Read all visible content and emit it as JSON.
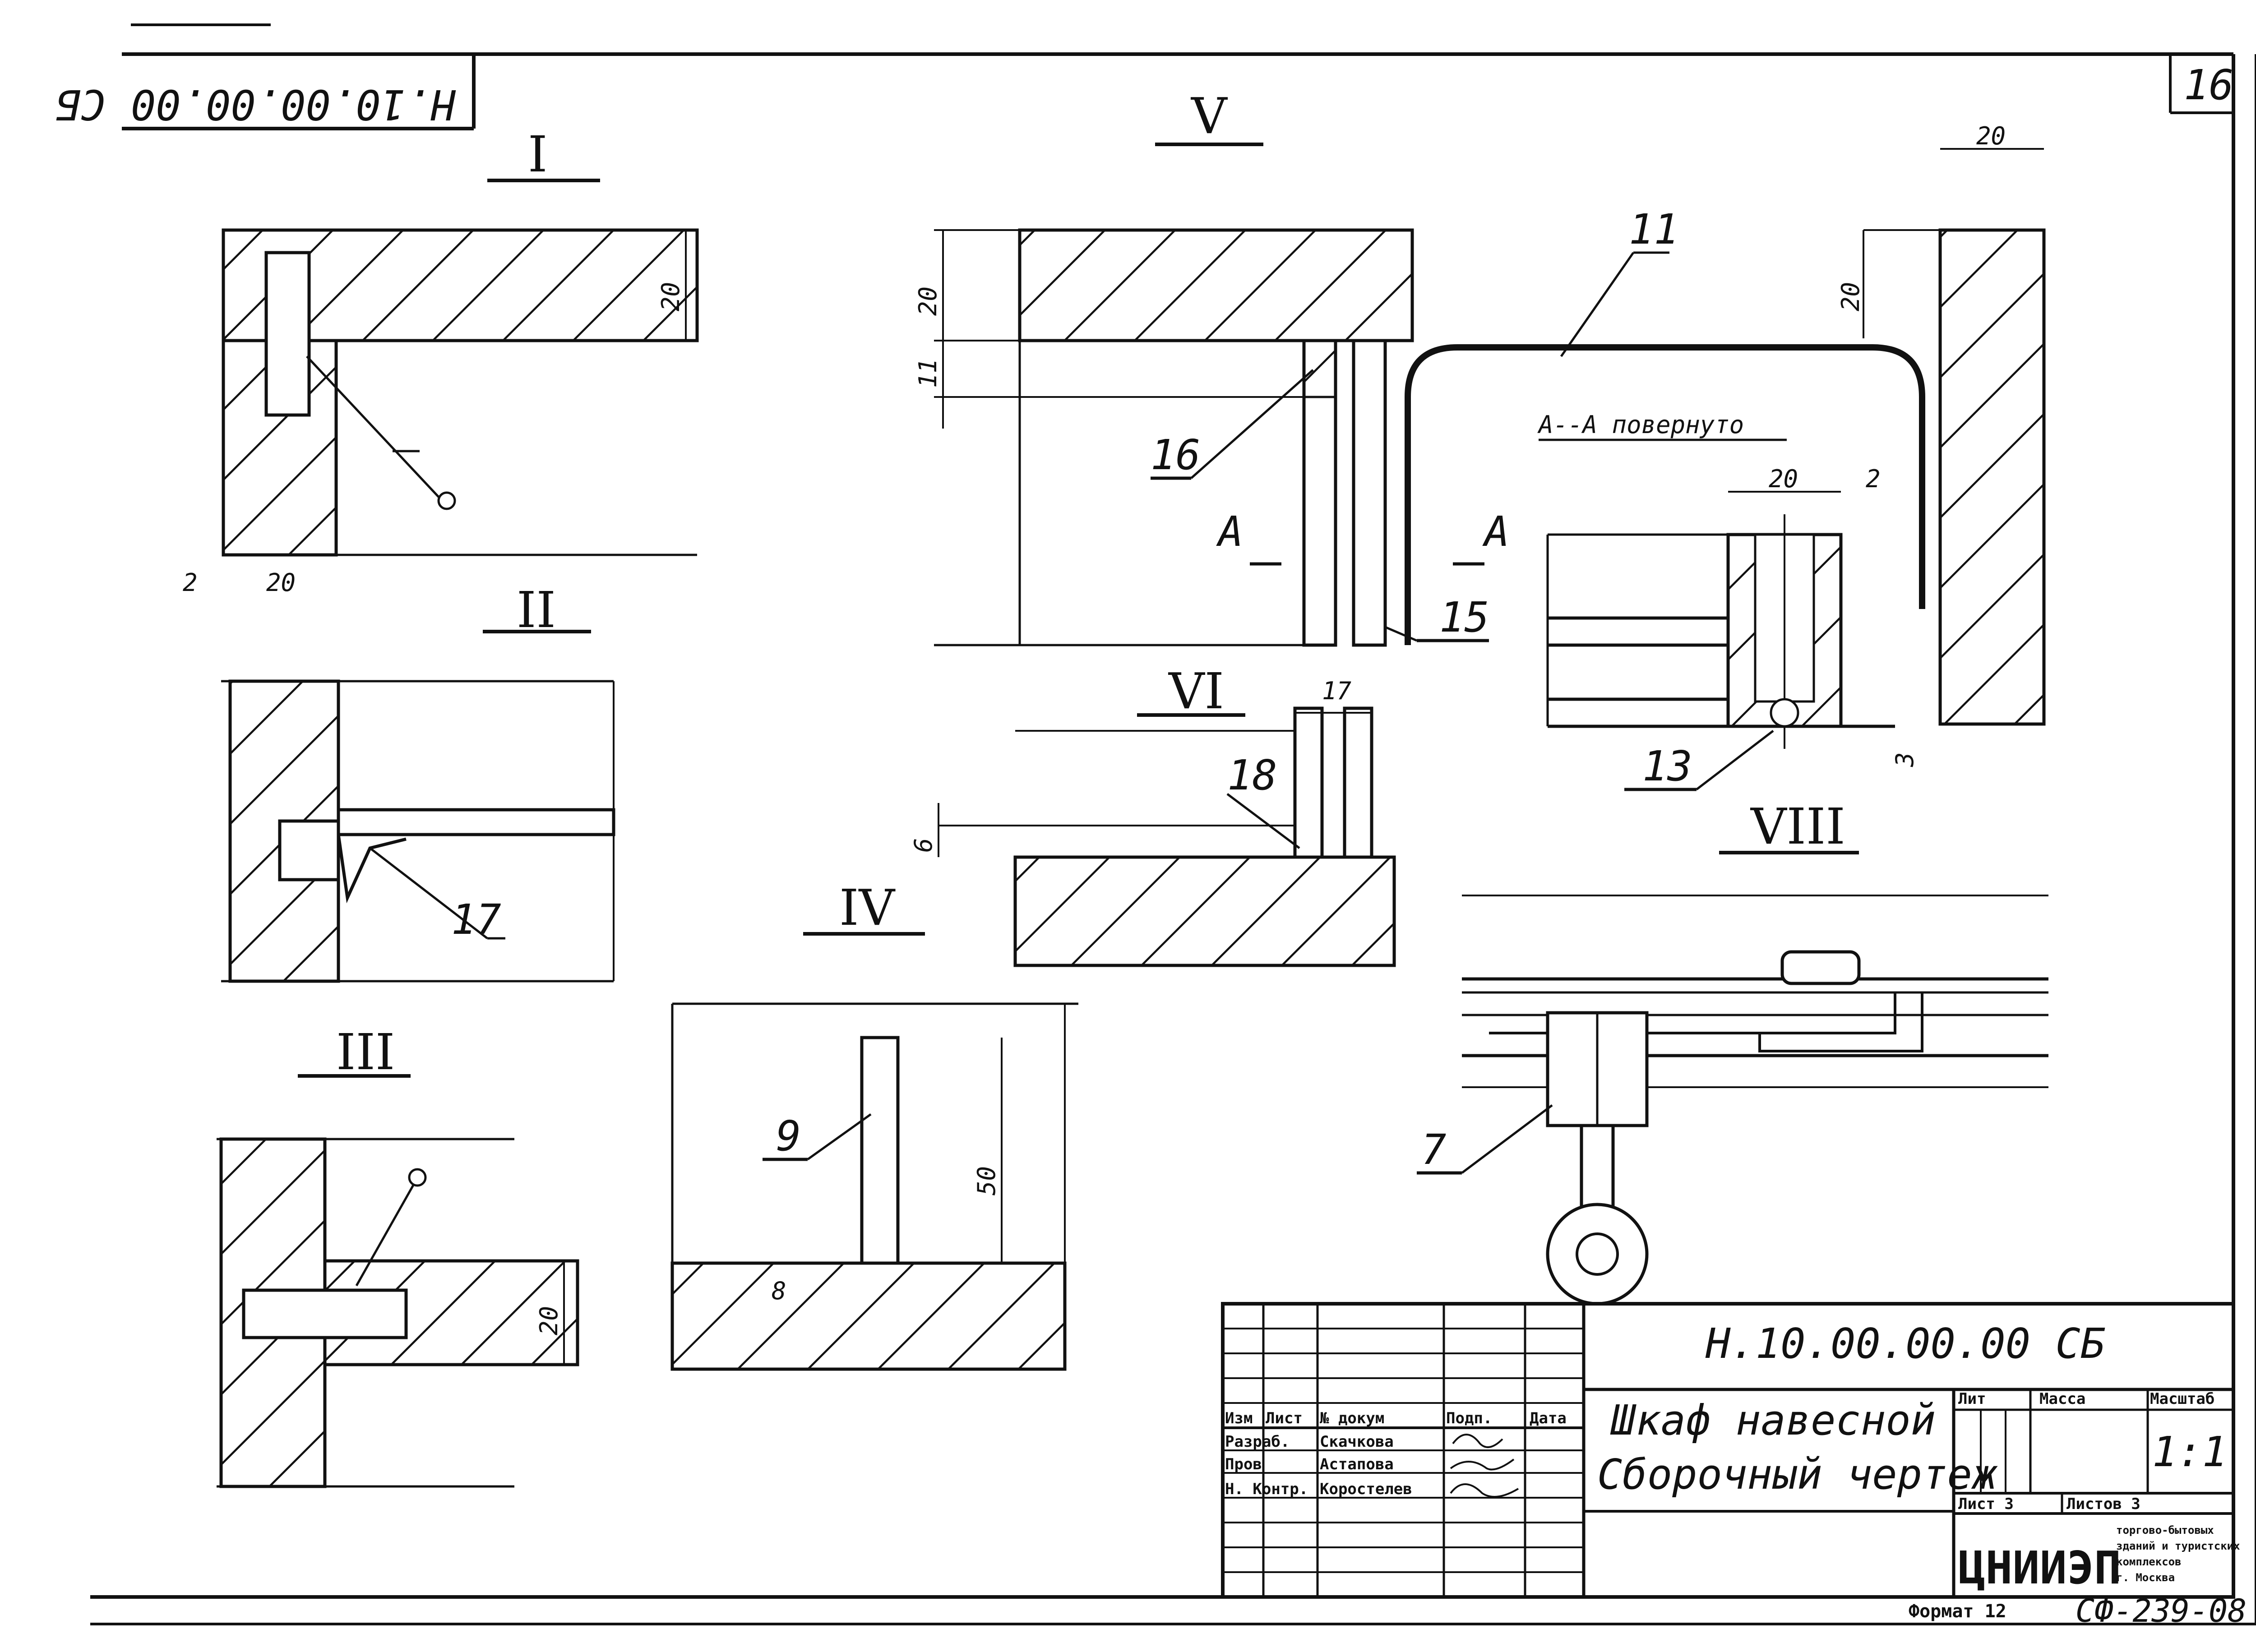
{
  "sheet_number": "16",
  "document_code_rotated": "Н.10.00.00.00 СБ",
  "views": {
    "v1": "I",
    "v2": "II",
    "v3": "III",
    "v4": "IV",
    "v5": "V",
    "v6": "VI",
    "v8": "VIII"
  },
  "section_title": "А--А повернуто",
  "section_marks": [
    "А",
    "А"
  ],
  "dimensions": {
    "v1_thick": "20",
    "v1_width": "20",
    "v1_gap": "2",
    "v5_top": "20",
    "v5_gap": "11",
    "v5_right_w": "20",
    "v5_right_h": "20",
    "sec_w": "20",
    "sec_gap": "2",
    "sec_h": "3",
    "v6_w": "17",
    "v6_h": "6",
    "v4_h": "50",
    "v4_gap": "8",
    "v3_h": "20"
  },
  "callouts": [
    "11",
    "16",
    "15",
    "13",
    "18",
    "17",
    "9",
    "7"
  ],
  "title_block": {
    "designation": "Н.10.00.00.00 СБ",
    "name_line1": "Шкаф навесной",
    "name_line2": "Сборочный чертеж",
    "col_headers": [
      "Изм",
      "Лист",
      "№ докум",
      "Подп.",
      "Дата"
    ],
    "roles": [
      "Разраб.",
      "Пров",
      "Н. Контр."
    ],
    "people": [
      "Скачкова",
      "Астапова",
      "Коростелев"
    ],
    "lit_label": "Лит",
    "mass_label": "Масса",
    "scale_label": "Масштаб",
    "scale_value": "1:1",
    "sheet_label": "Лист 3",
    "sheets_label": "Листов 3",
    "org_logo": "ЦНИИЭП",
    "org_text": [
      "торгово-бытовых",
      "зданий и туристских",
      "комплексов",
      "г. Москва"
    ]
  },
  "format_label": "Формат 12",
  "archive_code": "СФ-239-08"
}
